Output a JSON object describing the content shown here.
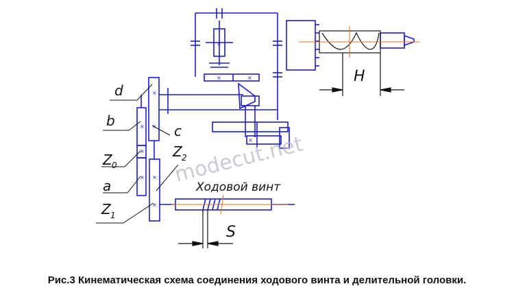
{
  "diagram": {
    "labels": {
      "d": "d",
      "b": "b",
      "c": "c",
      "z0_main": "Z",
      "z0_sub": "0",
      "a": "a",
      "z2_main": "Z",
      "z2_sub": "2",
      "z1_main": "Z",
      "z1_sub": "1",
      "lead_screw": "Ходовой винт",
      "pitch_s": "S",
      "lead_h": "H"
    },
    "watermark": "modecut.net",
    "colors": {
      "mechanism": "#1c1cd6",
      "axis": "#e07020",
      "leader": "#111111"
    }
  },
  "caption": "Рис.3 Кинематическая схема соединения ходового винта и делительной головки."
}
